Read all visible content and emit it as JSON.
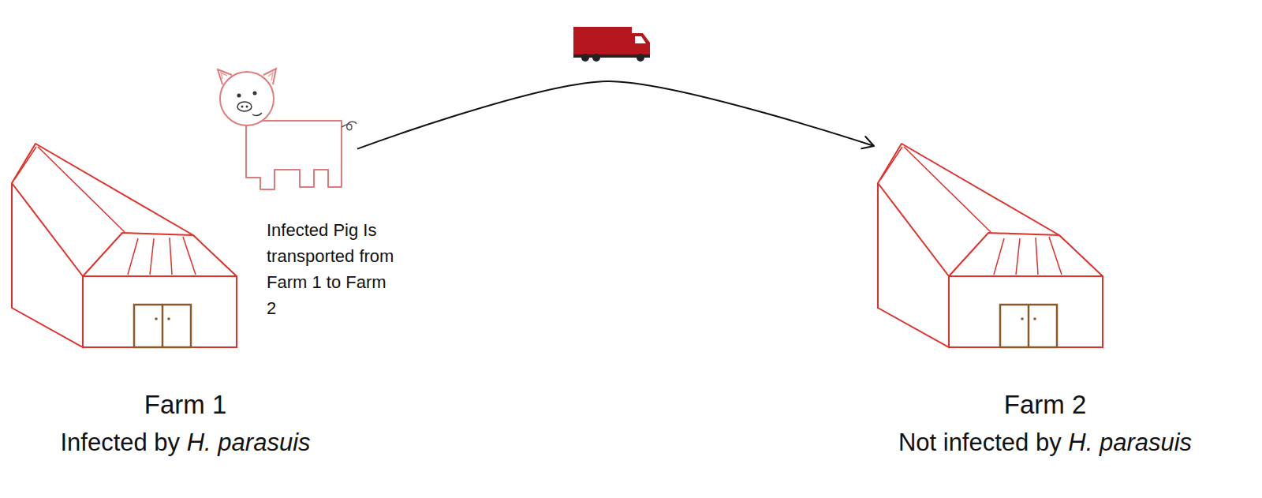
{
  "diagram": {
    "nodes": [
      {
        "text": [
          "Farm 1",
          "Infected by H. parasuis"
        ]
      },
      {
        "text": [
          "Infected Pig Is transported from Farm 1 to Farm 2"
        ]
      },
      {
        "text": [
          "Farm 2",
          "Not infected by H. parasuis"
        ]
      }
    ],
    "edges": [
      {
        "from": 1,
        "to": 2,
        "arrow": "to"
      }
    ]
  }
}
